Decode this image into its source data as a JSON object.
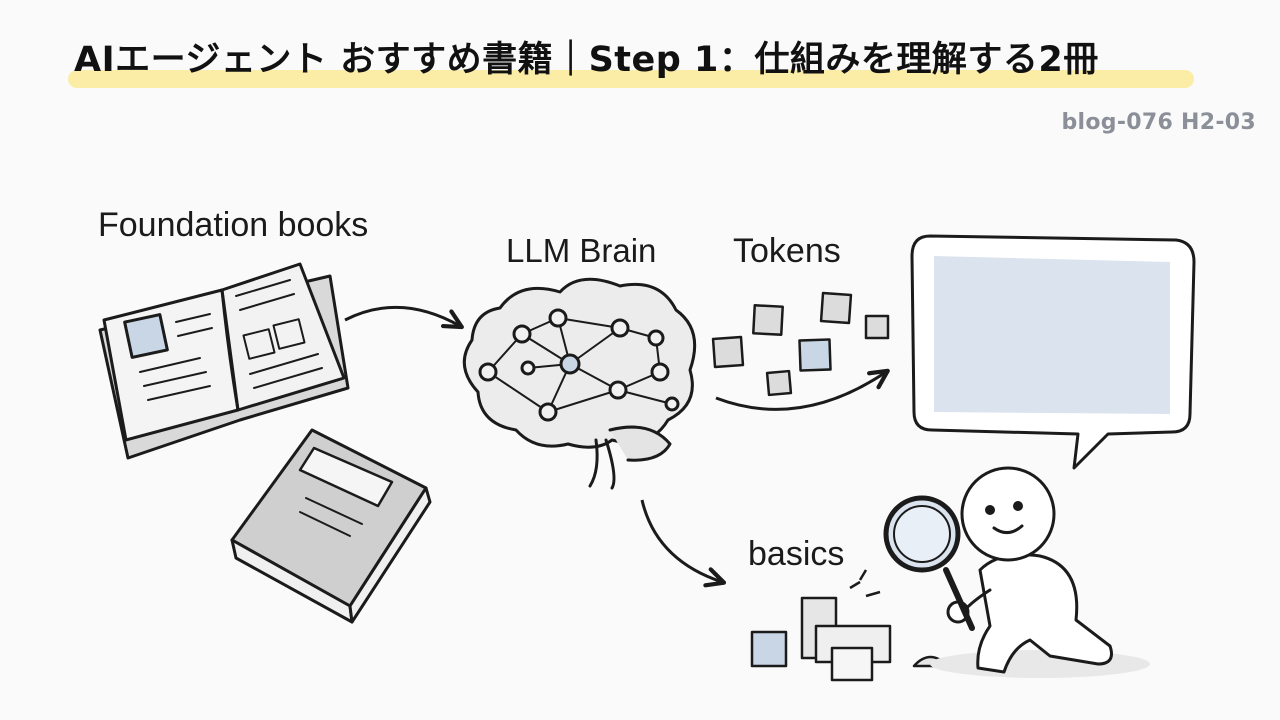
{
  "header": {
    "title": "AIエージェント おすすめ書籍｜Step 1：仕組みを理解する2冊",
    "post_id": "blog-076  H2-03"
  },
  "labels": {
    "foundation": "Foundation books",
    "brain": "LLM Brain",
    "tokens": "Tokens",
    "basics": "basics"
  },
  "colors": {
    "highlight": "#fbeba1",
    "accent_blue": "#c9d6e6",
    "ink": "#1b1b1b",
    "muted": "#8a8f98"
  }
}
